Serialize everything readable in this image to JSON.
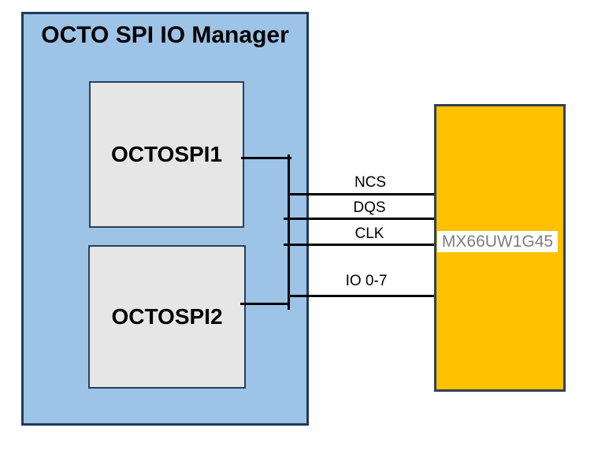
{
  "manager": {
    "title": "OCTO SPI IO Manager",
    "fill": "#9DC3E6",
    "border": "#1F3A5C",
    "blocks": [
      {
        "label": "OCTOSPI1",
        "fill": "#E7E6E6",
        "border": "#26415F"
      },
      {
        "label": "OCTOSPI2",
        "fill": "#E7E6E6",
        "border": "#26415F"
      }
    ]
  },
  "signals": [
    {
      "label": "NCS"
    },
    {
      "label": "DQS"
    },
    {
      "label": "CLK"
    },
    {
      "label": "IO 0-7"
    }
  ],
  "memory": {
    "label": "MX66UW1G45",
    "fill": "#FFC000",
    "border": "#2E4257",
    "label_bg": "#FFFFFF",
    "label_text_color": "#7F7F7F"
  },
  "connector_color": "#000000"
}
